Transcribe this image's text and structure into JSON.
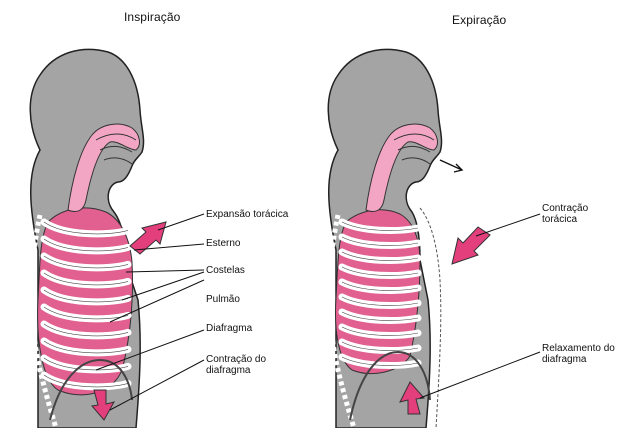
{
  "colors": {
    "body": "#a4a4a4",
    "body_outline": "#222222",
    "lung": "#e2608f",
    "airway": "#f3a6c3",
    "rib": "#ffffff",
    "arrow": "#e43f7d",
    "background": "#ffffff"
  },
  "panels": [
    {
      "title": "Inspiração",
      "labels": [
        "Expansão torácica",
        "Esterno",
        "Costelas",
        "Pulmão",
        "Diafragma",
        "Contração do\ndiafragma"
      ]
    },
    {
      "title": "Expiração",
      "labels": [
        "Contração\ntorácica",
        "Relaxamento do\ndiafragma"
      ]
    }
  ]
}
